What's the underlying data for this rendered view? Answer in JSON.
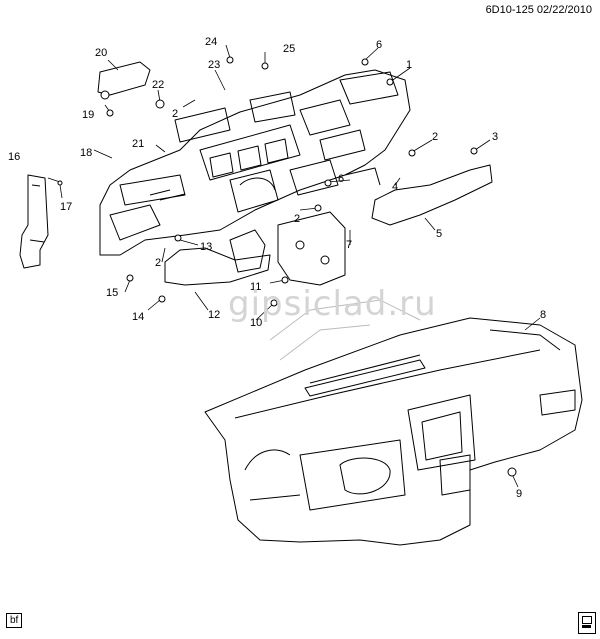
{
  "header": {
    "code": "6D10-125  02/22/2010"
  },
  "watermark": "gipsiclad.ru",
  "footer": {
    "tag": "bf"
  },
  "callouts": [
    {
      "id": "c1",
      "text": "1"
    },
    {
      "id": "c2a",
      "text": "2"
    },
    {
      "id": "c2b",
      "text": "2"
    },
    {
      "id": "c2c",
      "text": "2"
    },
    {
      "id": "c2d",
      "text": "2"
    },
    {
      "id": "c3",
      "text": "3"
    },
    {
      "id": "c4",
      "text": "4"
    },
    {
      "id": "c5",
      "text": "5"
    },
    {
      "id": "c6a",
      "text": "6"
    },
    {
      "id": "c6b",
      "text": "6"
    },
    {
      "id": "c7",
      "text": "7"
    },
    {
      "id": "c8",
      "text": "8"
    },
    {
      "id": "c9",
      "text": "9"
    },
    {
      "id": "c10",
      "text": "10"
    },
    {
      "id": "c11",
      "text": "11"
    },
    {
      "id": "c12",
      "text": "12"
    },
    {
      "id": "c13",
      "text": "13"
    },
    {
      "id": "c14",
      "text": "14"
    },
    {
      "id": "c15",
      "text": "15"
    },
    {
      "id": "c16",
      "text": "16"
    },
    {
      "id": "c17",
      "text": "17"
    },
    {
      "id": "c18",
      "text": "18"
    },
    {
      "id": "c19",
      "text": "19"
    },
    {
      "id": "c20",
      "text": "20"
    },
    {
      "id": "c21",
      "text": "21"
    },
    {
      "id": "c22",
      "text": "22"
    },
    {
      "id": "c23",
      "text": "23"
    },
    {
      "id": "c24",
      "text": "24"
    },
    {
      "id": "c25",
      "text": "25"
    }
  ]
}
